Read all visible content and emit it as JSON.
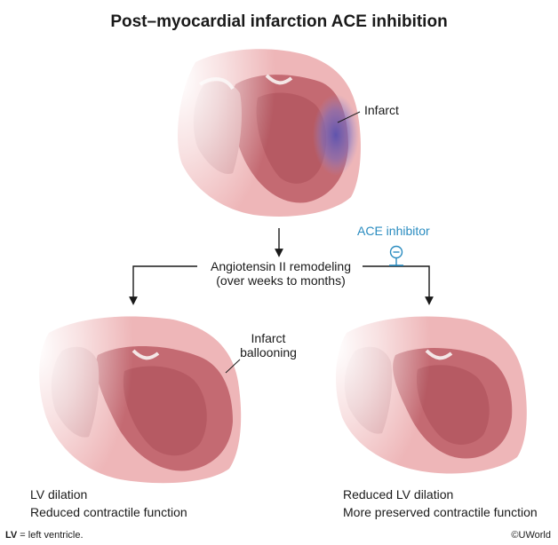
{
  "title": "Post–myocardial infarction ACE inhibition",
  "labels": {
    "infarct": "Infarct",
    "ace_inhibitor": "ACE inhibitor",
    "remodeling_line1": "Angiotensin II remodeling",
    "remodeling_line2": "(over weeks to months)",
    "ballooning_line1": "Infarct",
    "ballooning_line2": "ballooning",
    "left_outcome_line1": "LV dilation",
    "left_outcome_line2": "Reduced contractile function",
    "right_outcome_line1": "Reduced LV dilation",
    "right_outcome_line2": "More preserved contractile function"
  },
  "footer": {
    "abbr": "LV",
    "definition": " = left ventricle.",
    "copyright": "©UWorld"
  },
  "colors": {
    "heart_wall": "#e8a0a4",
    "heart_dark": "#c9656e",
    "infarct": "#6c63b8",
    "ace": "#2a8cc0"
  }
}
